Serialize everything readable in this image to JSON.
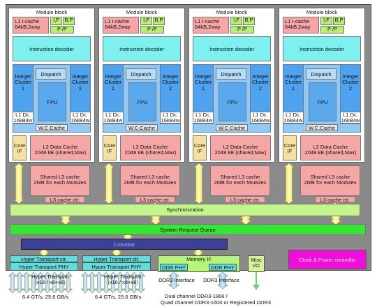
{
  "modules": [
    {
      "title": "Module block",
      "l1i": {
        "line1": "L1 I-cache",
        "line2": "64kB,2way"
      },
      "if_label": "I,F",
      "bp_label": "B,P",
      "pp_label": "P /P",
      "decoder": "Instruction decoder",
      "dispatch": "Dispatch",
      "int_left": {
        "line1": "Integer",
        "line2": "Cluster",
        "line3": "1"
      },
      "int_right": {
        "line1": "Integer",
        "line2": "Cluster",
        "line3": "2"
      },
      "fpu": "FPU",
      "l1d_left": {
        "line1": "L1 Dc.",
        "line2": "16kB4w"
      },
      "l1d_right": {
        "line1": "L1 Dc.",
        "line2": "16kB4w"
      },
      "wcc": "W.C.Cache",
      "core_if": {
        "line1": "Core",
        "line2": "IF"
      },
      "l2": {
        "line1": "L2 Data Cache",
        "line2": "2048 kB (shared,Max)"
      }
    },
    {
      "title": "Module block",
      "l1i": {
        "line1": "L1 I-cache",
        "line2": "64kB,2way"
      },
      "if_label": "I,F",
      "bp_label": "B,P",
      "pp_label": "P /P",
      "decoder": "Instruction decoder",
      "dispatch": "Dispatch",
      "int_left": {
        "line1": "Integer",
        "line2": "Cluster",
        "line3": "1"
      },
      "int_right": {
        "line1": "Integer",
        "line2": "Cluster",
        "line3": "2"
      },
      "fpu": "FPU",
      "l1d_left": {
        "line1": "L1 Dc.",
        "line2": "16kB4w"
      },
      "l1d_right": {
        "line1": "L1 Dc.",
        "line2": "16kB4w"
      },
      "wcc": "W.C.Cache",
      "core_if": {
        "line1": "Core",
        "line2": "IF"
      },
      "l2": {
        "line1": "L2 Data Cache",
        "line2": "2048 kB (shared,Max)"
      }
    },
    {
      "title": "Module block",
      "l1i": {
        "line1": "L1 I-cache",
        "line2": "64kB,2way"
      },
      "if_label": "I,F",
      "bp_label": "B,P",
      "pp_label": "P /P",
      "decoder": "Instruction decoder",
      "dispatch": "Dispatch",
      "int_left": {
        "line1": "Integer",
        "line2": "Cluster",
        "line3": "1"
      },
      "int_right": {
        "line1": "Integer",
        "line2": "Cluster",
        "line3": "2"
      },
      "fpu": "FPU",
      "l1d_left": {
        "line1": "L1 Dc.",
        "line2": "16kB4w"
      },
      "l1d_right": {
        "line1": "L1 Dc.",
        "line2": "16kB4w"
      },
      "wcc": "W.C.Cache",
      "core_if": {
        "line1": "Core",
        "line2": "IF"
      },
      "l2": {
        "line1": "L2 Data Cache",
        "line2": "2048 kB (shared,Max)"
      }
    },
    {
      "title": "Module block",
      "l1i": {
        "line1": "L1 I-cache",
        "line2": "64kB,2way"
      },
      "if_label": "I,F",
      "bp_label": "B,P",
      "pp_label": "P /P",
      "decoder": "Instruction decoder",
      "dispatch": "Dispatch",
      "int_left": {
        "line1": "Integer",
        "line2": "Cluster",
        "line3": "1"
      },
      "int_right": {
        "line1": "Integer",
        "line2": "Cluster",
        "line3": "2"
      },
      "fpu": "FPU",
      "l1d_left": {
        "line1": "L1 Dc.",
        "line2": "16kB4w"
      },
      "l1d_right": {
        "line1": "L1 Dc.",
        "line2": "16kB4w"
      },
      "wcc": "W.C.Cache",
      "core_if": {
        "line1": "Core",
        "line2": "IF"
      },
      "l2": {
        "line1": "L2 Data Cache",
        "line2": "2048 kB (shared,Max)"
      }
    }
  ],
  "l3": [
    {
      "line1": "Shared L3 cache",
      "line2": "2MB for each Modules",
      "ctr": "L3 cache ctr."
    },
    {
      "line1": "Shared L3 cache",
      "line2": "2MB for each Modules",
      "ctr": "L3 cache ctr."
    },
    {
      "line1": "Shared L3 cache",
      "line2": "2MB for each Modules",
      "ctr": "L3 cache ctr."
    },
    {
      "line1": "Shared L3 cache",
      "line2": "2MB for each Modules",
      "ctr": "L3 cache ctr."
    }
  ],
  "sync": "Synchronization",
  "srq": "System Request Queue",
  "crossbar": "Crossbar",
  "ht": [
    {
      "ctr": "Hyper Transport ctr.",
      "phy": "Hyper Transport PHY",
      "link_line1": "Hyper Transport",
      "link_line2": "(x16 / x8+x8)"
    },
    {
      "ctr": "Hyper Transport ctr.",
      "phy": "Hyper Transport PHY",
      "link_line1": "Hyper Transport",
      "link_line2": "(x16 / x8+x8)"
    }
  ],
  "ht_speed": [
    "6.4 GT/s, 25.6 GB/s",
    "6.4 GT/s, 25.6 GB/s"
  ],
  "memory": {
    "title": "Memory IF",
    "phy_left": "DDR PHY",
    "phy_right": "DDR PHY"
  },
  "ddr3_left": "DDR3 Interface",
  "ddr3_right": "DDR3 Interface",
  "ddr_note_line1": "Dual channel DDR3-1866 /",
  "ddr_note_line2": "Quad channel DDR3-1600 or Registered DDR3",
  "misc": {
    "line1": "Misc",
    "line2": "I/O"
  },
  "clock": "Clock & Power controller",
  "colors": {
    "chip_bg": "#8a8a8a",
    "cache_pink": "#f7a6a6",
    "decoder_cyan": "#7ef0f0",
    "green_bus": "#38e438",
    "crossbar": "#3b4196",
    "clock": "#ee10d8",
    "arrow_yellow": "#f7ef6a",
    "arrow_blue": "#8fc9f7"
  }
}
